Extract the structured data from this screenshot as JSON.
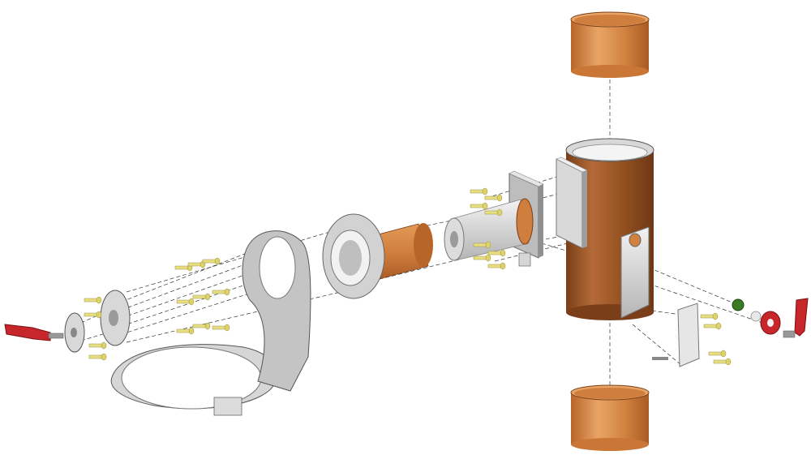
{
  "diagram": {
    "background": "#ffffff",
    "colors": {
      "copper_light": "#e6a062",
      "copper": "#cf7e3e",
      "copper_dark": "#9c5120",
      "brown_tube": "#8e4d22",
      "brown_tube_light": "#b46a38",
      "steel": "#c9c9c9",
      "steel_light": "#ededed",
      "steel_dark": "#8d8d8d",
      "brass": "#e7df84",
      "red_handle": "#c7262a",
      "green_knob": "#3a7a22",
      "guide_line": "#333333"
    },
    "parts": [
      {
        "id": "top-copper-sleeve",
        "icon": "cylinder"
      },
      {
        "id": "bottom-copper-sleeve",
        "icon": "cylinder"
      },
      {
        "id": "main-vertical-tube",
        "icon": "cylinder"
      },
      {
        "id": "side-mounting-plate",
        "icon": "plate"
      },
      {
        "id": "front-mounting-plate",
        "icon": "plate"
      },
      {
        "id": "square-flange-plate",
        "icon": "plate"
      },
      {
        "id": "steel-shaft-cylinder",
        "icon": "cylinder"
      },
      {
        "id": "copper-bearing-sleeve",
        "icon": "cylinder"
      },
      {
        "id": "round-flange",
        "icon": "flange"
      },
      {
        "id": "l-bracket-ring-base",
        "icon": "bracket"
      },
      {
        "id": "small-end-disc",
        "icon": "disc"
      },
      {
        "id": "hub-disc",
        "icon": "disc"
      },
      {
        "id": "left-clamp-lever",
        "icon": "lever"
      },
      {
        "id": "right-clamp-lever",
        "icon": "lever"
      },
      {
        "id": "red-knob",
        "icon": "knob"
      },
      {
        "id": "green-knob",
        "icon": "knob"
      },
      {
        "id": "small-clamp-plate",
        "icon": "plate"
      },
      {
        "id": "brass-bolt-set",
        "icon": "bolt"
      }
    ]
  }
}
